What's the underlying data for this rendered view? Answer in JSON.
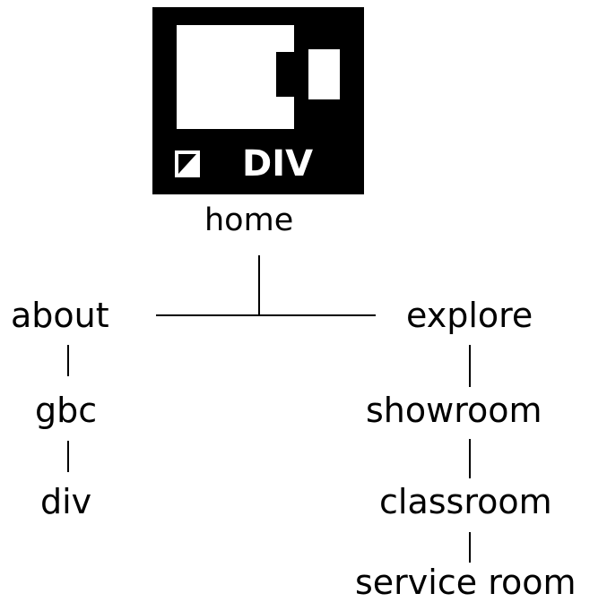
{
  "logo": {
    "text": "DIV"
  },
  "nodes": {
    "home": "home",
    "about": "about",
    "explore": "explore",
    "gbc": "gbc",
    "div": "div",
    "showroom": "showroom",
    "classroom": "classroom",
    "service_room": "service room"
  },
  "colors": {
    "foreground": "#000000",
    "background": "#ffffff"
  }
}
